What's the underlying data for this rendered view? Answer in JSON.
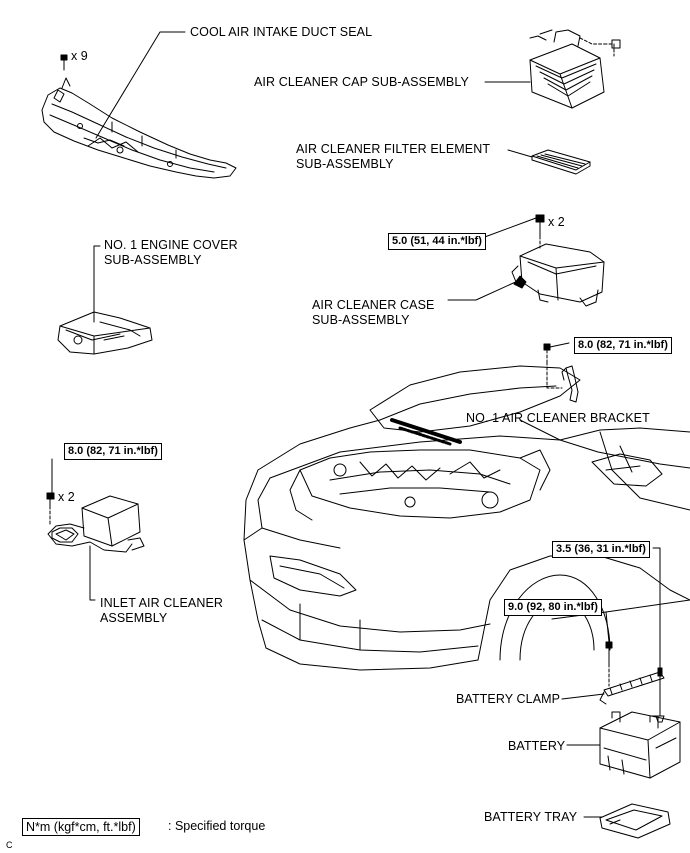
{
  "labels": {
    "cool_air_intake_duct_seal": "COOL AIR INTAKE DUCT SEAL",
    "air_cleaner_cap": "AIR CLEANER CAP SUB-ASSEMBLY",
    "filter_element_line1": "AIR CLEANER FILTER ELEMENT",
    "filter_element_line2": "SUB-ASSEMBLY",
    "engine_cover_line1": "NO. 1 ENGINE COVER",
    "engine_cover_line2": "SUB-ASSEMBLY",
    "case_line1": "AIR CLEANER CASE",
    "case_line2": "SUB-ASSEMBLY",
    "bracket": "NO. 1 AIR CLEANER BRACKET",
    "inlet_line1": "INLET AIR CLEANER",
    "inlet_line2": "ASSEMBLY",
    "battery_clamp": "BATTERY CLAMP",
    "battery": "BATTERY",
    "battery_tray": "BATTERY TRAY"
  },
  "quantities": {
    "clips_x9": "x 9",
    "bolts_case_x2": "x 2",
    "bolts_inlet_x2": "x 2"
  },
  "torques": {
    "case": "5.0 (51, 44 in.*lbf)",
    "bracket": "8.0 (82, 71 in.*lbf)",
    "inlet": "8.0 (82, 71 in.*lbf)",
    "clamp_upper": "3.5 (36, 31 in.*lbf)",
    "clamp_lower": "9.0 (92, 80 in.*lbf)"
  },
  "legend": {
    "box": "N*m (kgf*cm, ft.*lbf)",
    "text": ": Specified torque"
  },
  "code": "C"
}
